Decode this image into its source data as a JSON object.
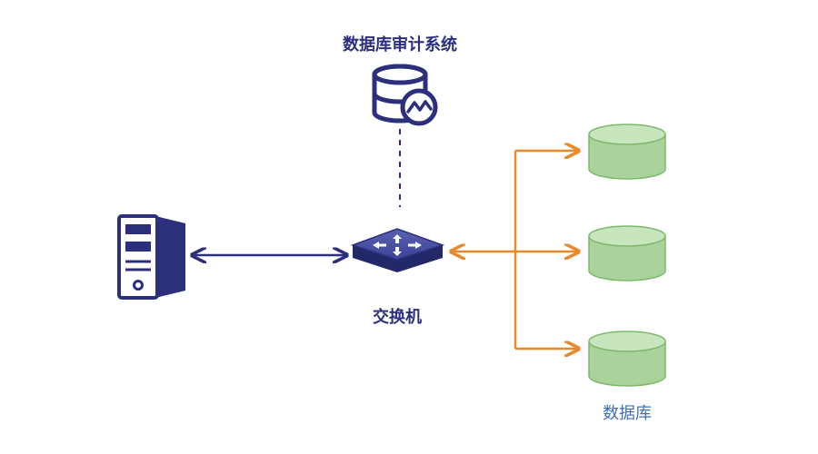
{
  "labels": {
    "audit_system": "数据库审计系统",
    "switch": "交换机",
    "databases": "数据库"
  },
  "colors": {
    "navy": "#2b2f7c",
    "orange": "#e8892b",
    "db_fill": "#a9d39b",
    "db_top": "#c8e6bd",
    "db_stroke": "#7cb86a",
    "db_label": "#3f6fb5"
  },
  "icons": {
    "audit": "database-audit-icon",
    "server": "server-tower-icon",
    "switch": "network-switch-icon",
    "database": "database-cylinder-icon"
  }
}
